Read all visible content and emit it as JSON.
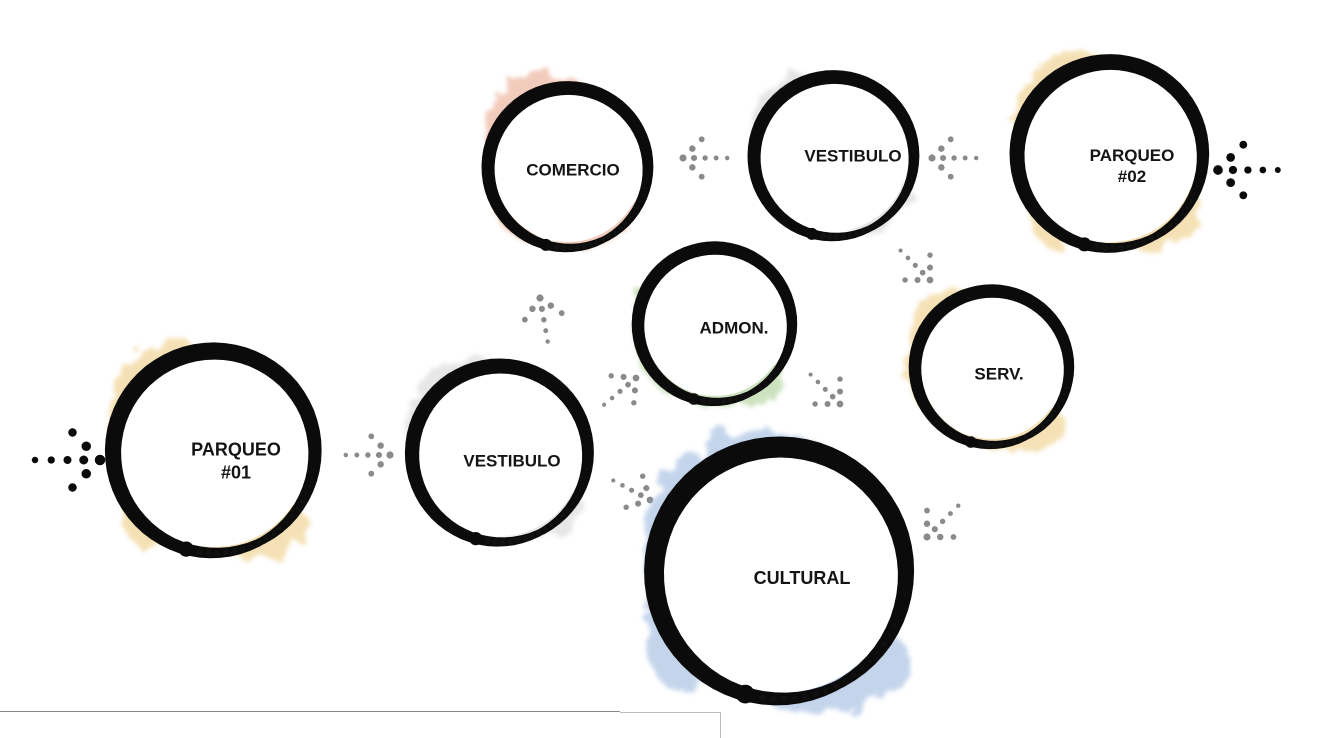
{
  "nodes": [
    {
      "id": "comercio",
      "lines": [
        "COMERCIO"
      ],
      "color": "#e6a184"
    },
    {
      "id": "vestibulo-top",
      "lines": [
        "VESTIBULO"
      ],
      "color": "#cfcfcf"
    },
    {
      "id": "parqueo-02",
      "lines": [
        "PARQUEO",
        "#02"
      ],
      "color": "#ecc877"
    },
    {
      "id": "admon",
      "lines": [
        "ADMON."
      ],
      "color": "#a3cc8a"
    },
    {
      "id": "serv",
      "lines": [
        "SERV."
      ],
      "color": "#edc97a"
    },
    {
      "id": "parqueo-01",
      "lines": [
        "PARQUEO",
        "#01"
      ],
      "color": "#ecc877"
    },
    {
      "id": "vestibulo-bottom",
      "lines": [
        "VESTIBULO"
      ],
      "color": "#d4d4d4"
    },
    {
      "id": "cultural",
      "lines": [
        "CULTURAL"
      ],
      "color": "#94b2dc"
    }
  ],
  "edges": [
    {
      "from": "entrance",
      "to": "parqueo-01"
    },
    {
      "from": "parqueo-01",
      "to": "vestibulo-bottom"
    },
    {
      "from": "vestibulo-bottom",
      "to": "comercio"
    },
    {
      "from": "vestibulo-bottom",
      "to": "admon"
    },
    {
      "from": "vestibulo-bottom",
      "to": "cultural"
    },
    {
      "from": "admon",
      "to": "cultural"
    },
    {
      "from": "entrance",
      "to": "parqueo-02"
    },
    {
      "from": "parqueo-02",
      "to": "vestibulo-top"
    },
    {
      "from": "vestibulo-top",
      "to": "comercio"
    },
    {
      "from": "vestibulo-top",
      "to": "serv"
    },
    {
      "from": "serv",
      "to": "cultural"
    }
  ]
}
